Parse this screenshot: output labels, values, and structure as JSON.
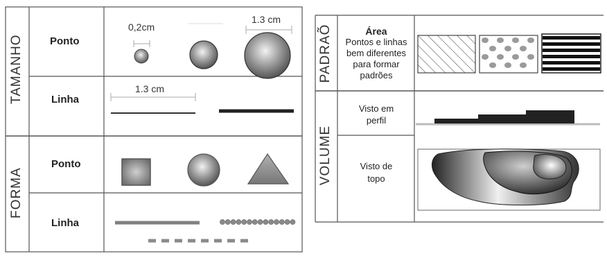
{
  "left_table": {
    "sections": [
      {
        "title": "TAMANHO",
        "rows": [
          "Ponto",
          "Linha"
        ]
      },
      {
        "title": "FORMA",
        "rows": [
          "Ponto",
          "Linha"
        ]
      }
    ],
    "dimensions": {
      "small_point": "0,2cm",
      "large_point": "1.3 cm",
      "line": "1.3 cm"
    }
  },
  "right_table": {
    "sections": [
      {
        "title": "PADRAÕ",
        "cell_title": "Área",
        "cell_text": [
          "Pontos e linhas",
          "bem diferentes",
          "para formar",
          "padrões"
        ]
      },
      {
        "title": "VOLUME",
        "rows": [
          [
            "Visto em",
            "perfil"
          ],
          [
            "Visto de",
            "topo"
          ]
        ]
      }
    ]
  },
  "colors": {
    "grid": "#555555",
    "fill_dark": "#222222",
    "fill_mid": "#808080"
  }
}
